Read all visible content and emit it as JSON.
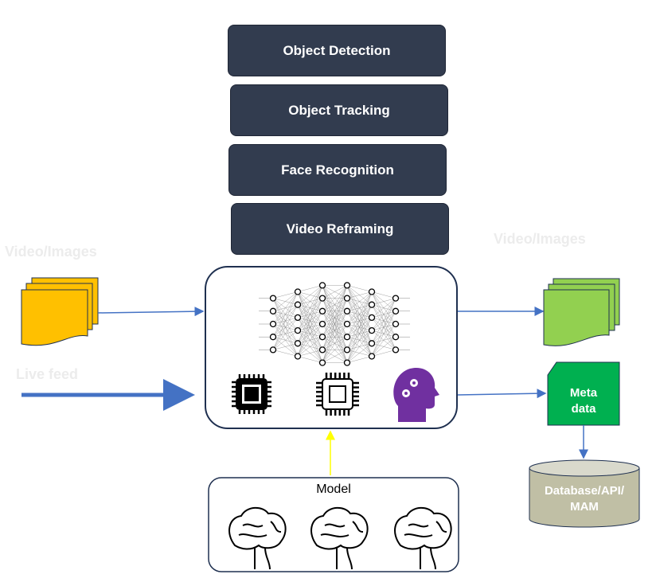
{
  "tasks": [
    "Object Detection",
    "Object Tracking",
    "Face Recognition",
    "Video Reframing"
  ],
  "input": {
    "video_label": "Video/Images",
    "live_label": "Live feed"
  },
  "output": {
    "video_label": "Video/Images",
    "meta_label_1": "Meta",
    "meta_label_2": "data",
    "db_label_1": "Database/API/",
    "db_label_2": "MAM"
  },
  "model": {
    "label": "Model"
  },
  "colors": {
    "task_bg": "#323c4f",
    "arrow": "#4472c4",
    "input_doc": "#ffc000",
    "output_doc": "#92d050",
    "meta": "#00b050",
    "db": "#c0bfa5",
    "head": "#7030a0",
    "model_arrow": "#ffff00"
  },
  "neural_net_layers": [
    5,
    6,
    7,
    7,
    6,
    5
  ]
}
